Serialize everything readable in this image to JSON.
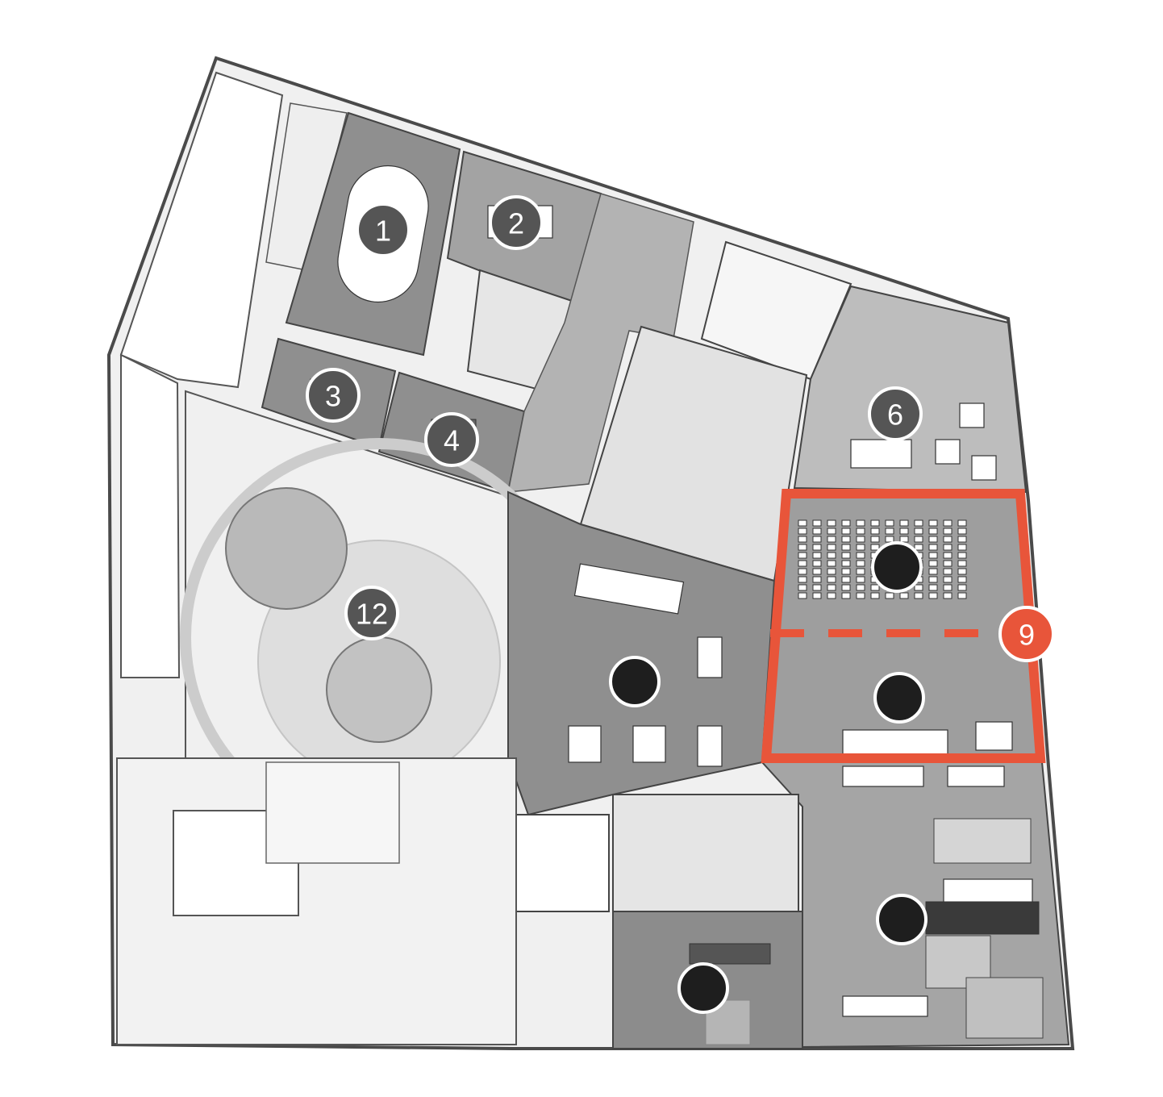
{
  "colors": {
    "accent": "#e8553a",
    "marker": "#555555",
    "marker_dark": "#1e1e1e",
    "room_dark": "#8f8f8f",
    "room_mid": "#a8a8a8",
    "room_light": "#c9c9c9",
    "terrace": "#ececec"
  },
  "markers": [
    {
      "id": "room-1",
      "label": "1",
      "style": "numbered"
    },
    {
      "id": "room-2",
      "label": "2",
      "style": "numbered"
    },
    {
      "id": "room-3",
      "label": "3",
      "style": "numbered"
    },
    {
      "id": "room-4",
      "label": "4",
      "style": "numbered"
    },
    {
      "id": "room-6",
      "label": "6",
      "style": "numbered"
    },
    {
      "id": "room-9",
      "label": "9",
      "style": "highlighted"
    },
    {
      "id": "room-12",
      "label": "12",
      "style": "numbered"
    },
    {
      "id": "auditorium",
      "label": "",
      "style": "dark"
    },
    {
      "id": "lounge-9",
      "label": "",
      "style": "dark"
    },
    {
      "id": "cafe",
      "label": "",
      "style": "dark"
    },
    {
      "id": "workspace",
      "label": "",
      "style": "dark"
    },
    {
      "id": "lobby",
      "label": "",
      "style": "dark"
    }
  ],
  "highlight": {
    "room": "9",
    "color": "#e8553a"
  }
}
